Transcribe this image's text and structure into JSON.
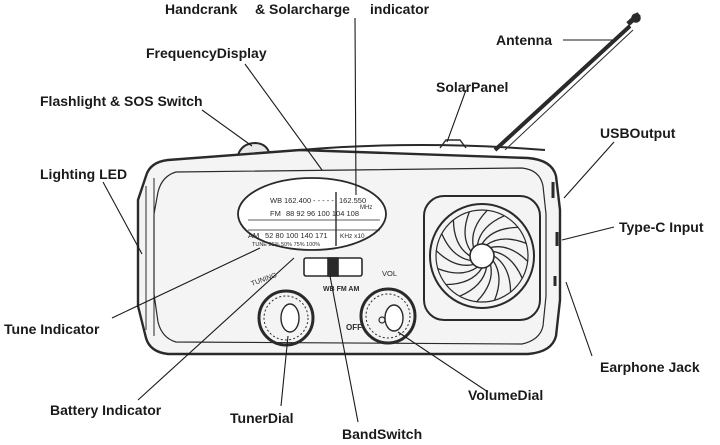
{
  "callouts": {
    "handcrank": "Handcrank",
    "solarcharge": "& Solarcharge",
    "indicator": "indicator",
    "antenna": "Antenna",
    "frequency_display": "FrequencyDisplay",
    "solar_panel": "SolarPanel",
    "flashlight_sos": "Flashlight & SOS Switch",
    "usb_output": "USBOutput",
    "lighting_led": "Lighting LED",
    "type_c": "Type-C Input",
    "tune_indicator": "Tune Indicator",
    "earphone_jack": "Earphone Jack",
    "battery_indicator": "Battery Indicator",
    "volume_dial": "VolumeDial",
    "tuner_dial": "TunerDial",
    "band_switch": "BandSwitch"
  },
  "display": {
    "wb_label": "WB",
    "wb_start": "162.400",
    "wb_dashes": "- - - - -",
    "wb_end": "162.550",
    "mhz": "MHz",
    "fm_label": "FM",
    "fm_ticks": "88  92  96  100 104 108",
    "am_label": "AM",
    "am_ticks": "52  80  100  140  171",
    "khz": "KHz x10",
    "battery_row": "TUNE 25%  50%  75%  100%"
  },
  "panel": {
    "tuning": "TUNING",
    "vol": "VOL",
    "band_text": "WB FM AM",
    "off": "OFF"
  },
  "colors": {
    "ink": "#2a2a2a",
    "body_fill": "#f4f4f4",
    "leader": "#1a1a1a"
  }
}
